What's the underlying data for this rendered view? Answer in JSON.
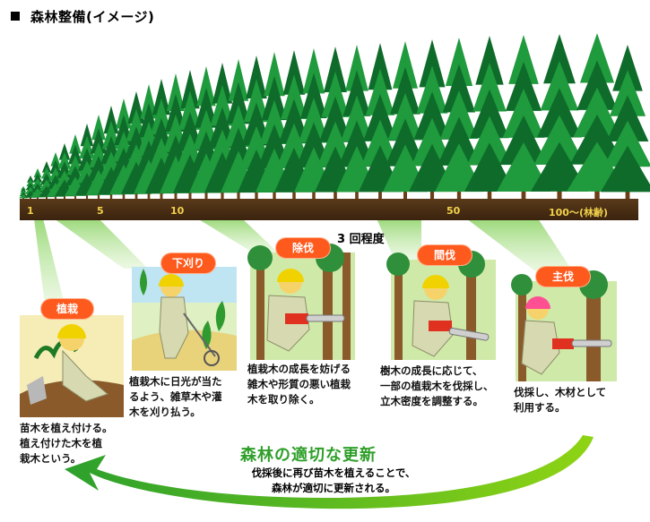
{
  "title": "森林整備(イメージ)",
  "timeline": {
    "ticks": [
      "1",
      "5",
      "10",
      "50"
    ],
    "age_label": "100〜(林齢)"
  },
  "thinning_times": "3 回程度",
  "stages": [
    {
      "name": "植栽",
      "description": [
        "苗木を植え付ける。",
        "植え付けた木を植",
        "栽木という。"
      ]
    },
    {
      "name": "下刈り",
      "description": [
        "植栽木に日光が当た",
        "るよう、雑草木や灌",
        "木を刈り払う。"
      ]
    },
    {
      "name": "除伐",
      "description": [
        "植栽木の成長を妨げる",
        "雑木や形質の悪い植栽",
        "木を取り除く。"
      ]
    },
    {
      "name": "間伐",
      "description": [
        "樹木の成長に応じて、",
        "一部の植栽木を伐採し、",
        "立木密度を調整する。"
      ]
    },
    {
      "name": "主伐",
      "description": [
        "伐採し、木材として",
        "利用する。"
      ]
    }
  ],
  "renewal": {
    "title": "森林の適切な更新",
    "description": [
      "伐採後に再び苗木を植えることで、",
      "森林が適切に更新される。"
    ]
  },
  "colors": {
    "tree_dark": "#0e6b2a",
    "tree_light": "#1f9a3c",
    "soil": "#4a2e14",
    "badge": "#ff5a1e",
    "renewal_green": "#2f9f2a",
    "tick_yellow": "#f2d24b"
  }
}
